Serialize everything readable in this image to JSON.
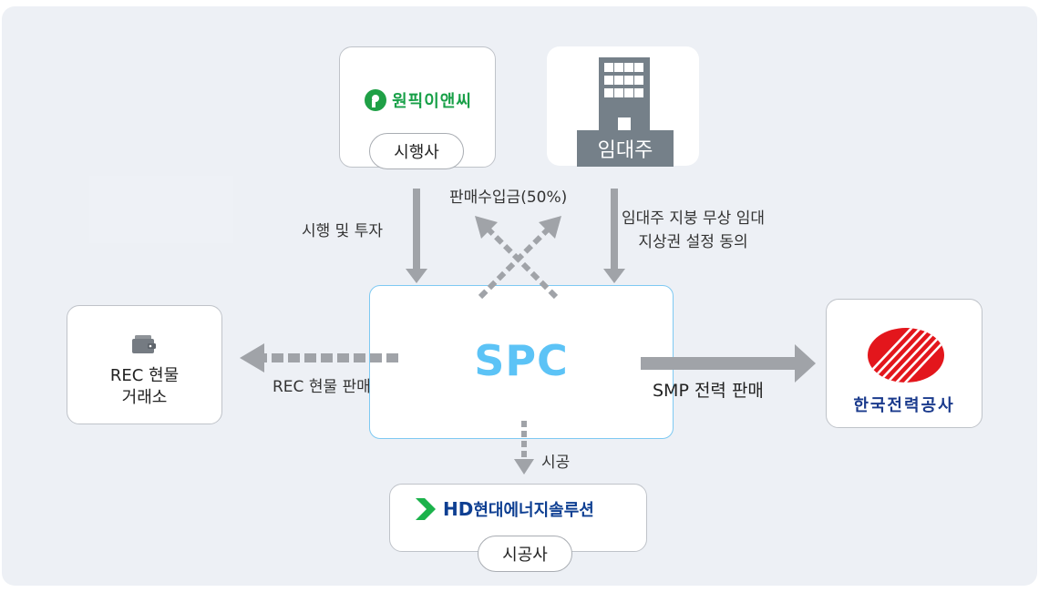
{
  "nodes": {
    "developer": {
      "logo_text": "원픽이앤씨",
      "role_label": "시행사"
    },
    "landlord": {
      "label": "임대주"
    },
    "spc": {
      "label": "SPC"
    },
    "rec_exchange": {
      "line1": "REC 현물",
      "line2": "거래소"
    },
    "kepco": {
      "name": "한국전력공사"
    },
    "contractor": {
      "brand": "HD",
      "name": "현대에너지솔루션",
      "role_label": "시공사"
    }
  },
  "flows": {
    "dev_to_spc": "시행 및 투자",
    "sales_revenue": "판매수입금(50%)",
    "landlord_line1": "임대주 지붕 무상 임대",
    "landlord_line2": "지상권 설정 동의",
    "rec_sale": "REC 현물 판매",
    "smp_sale": "SMP 전력 판매",
    "construction": "시공"
  },
  "colors": {
    "spc_text": "#5cc3f6",
    "developer_green": "#18a048",
    "landlord_gray": "#758089",
    "arrow_gray": "#a0a3a8",
    "kepco_red": "#e3161c",
    "hd_navy": "#0e3f92"
  }
}
